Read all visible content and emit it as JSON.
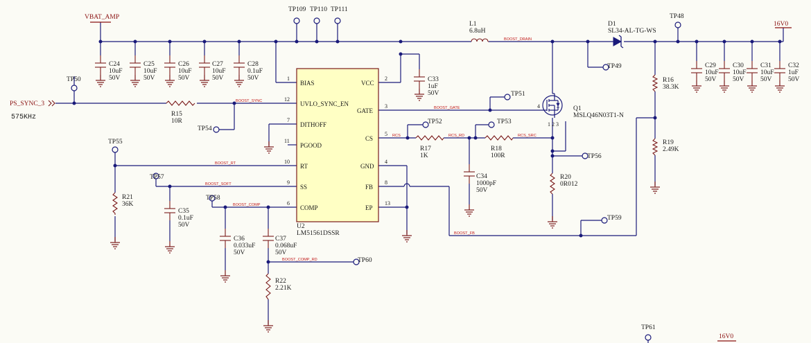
{
  "power": {
    "vbat": "VBAT_AMP",
    "out_top": "16V0",
    "out_bottom": "16V0"
  },
  "ports": {
    "sync_in": "PS_SYNC_3",
    "sync_freq": "575KHz"
  },
  "ic": {
    "ref": "U2",
    "value": "LM51561DSSR",
    "left_pins": [
      {
        "num": "1",
        "name": "BIAS"
      },
      {
        "num": "12",
        "name": "UVLO_SYNC_EN"
      },
      {
        "num": "7",
        "name": "DITHOFF"
      },
      {
        "num": "11",
        "name": "PGOOD"
      },
      {
        "num": "10",
        "name": "RT"
      },
      {
        "num": "9",
        "name": "SS"
      },
      {
        "num": "6",
        "name": "COMP"
      }
    ],
    "right_pins": [
      {
        "num": "2",
        "name": "VCC"
      },
      {
        "num": "3",
        "name": "GATE"
      },
      {
        "num": "5",
        "name": "CS"
      },
      {
        "num": "4",
        "name": "GND"
      },
      {
        "num": "8",
        "name": "FB"
      },
      {
        "num": "13",
        "name": "EP"
      }
    ]
  },
  "nets": {
    "boost_drain": "BOOST_DRAIN",
    "boost_sync": "BOOST_SYNC",
    "boost_gate": "BOOST_GATE",
    "rcs": "RCS",
    "rcs_rd": "RCS_RD",
    "rcs_src": "RCS_SRC",
    "boost_rt": "BOOST_RT",
    "boost_soft": "BOOST_SOFT",
    "boost_comp": "BOOST_COMP",
    "boost_comp_rd": "BOOST_COMP_RD",
    "boost_fb": "BOOST_FB"
  },
  "capacitors": [
    {
      "ref": "C24",
      "value": "10uF",
      "voltage": "50V"
    },
    {
      "ref": "C25",
      "value": "10uF",
      "voltage": "50V"
    },
    {
      "ref": "C26",
      "value": "10uF",
      "voltage": "50V"
    },
    {
      "ref": "C27",
      "value": "10uF",
      "voltage": "50V"
    },
    {
      "ref": "C28",
      "value": "0.1uF",
      "voltage": "50V"
    },
    {
      "ref": "C33",
      "value": "1uF",
      "voltage": "50V"
    },
    {
      "ref": "C29",
      "value": "10uF",
      "voltage": "50V"
    },
    {
      "ref": "C30",
      "value": "10uF",
      "voltage": "50V"
    },
    {
      "ref": "C31",
      "value": "10uF",
      "voltage": "50V"
    },
    {
      "ref": "C32",
      "value": "1uF",
      "voltage": "50V"
    },
    {
      "ref": "C34",
      "value": "1000pF",
      "voltage": "50V"
    },
    {
      "ref": "C35",
      "value": "0.1uF",
      "voltage": "50V"
    },
    {
      "ref": "C36",
      "value": "0.033uF",
      "voltage": "50V"
    },
    {
      "ref": "C37",
      "value": "0.068uF",
      "voltage": "50V"
    }
  ],
  "resistors": [
    {
      "ref": "R15",
      "value": "10R"
    },
    {
      "ref": "R16",
      "value": "38.3K"
    },
    {
      "ref": "R17",
      "value": "1K"
    },
    {
      "ref": "R18",
      "value": "100R"
    },
    {
      "ref": "R19",
      "value": "2.49K"
    },
    {
      "ref": "R20",
      "value": "0R012"
    },
    {
      "ref": "R21",
      "value": "36K"
    },
    {
      "ref": "R22",
      "value": "2.21K"
    }
  ],
  "inductor": {
    "ref": "L1",
    "value": "6.8uH"
  },
  "diode": {
    "ref": "D1",
    "value": "SL34-AL-TG-WS"
  },
  "mosfet": {
    "ref": "Q1",
    "value": "MSLQ46N03T1-N"
  },
  "testpoints": [
    "TP50",
    "TP109",
    "TP110",
    "TP111",
    "TP48",
    "TP49",
    "TP51",
    "TP52",
    "TP53",
    "TP54",
    "TP55",
    "TP56",
    "TP57",
    "TP58",
    "TP59",
    "TP60",
    "TP61"
  ]
}
